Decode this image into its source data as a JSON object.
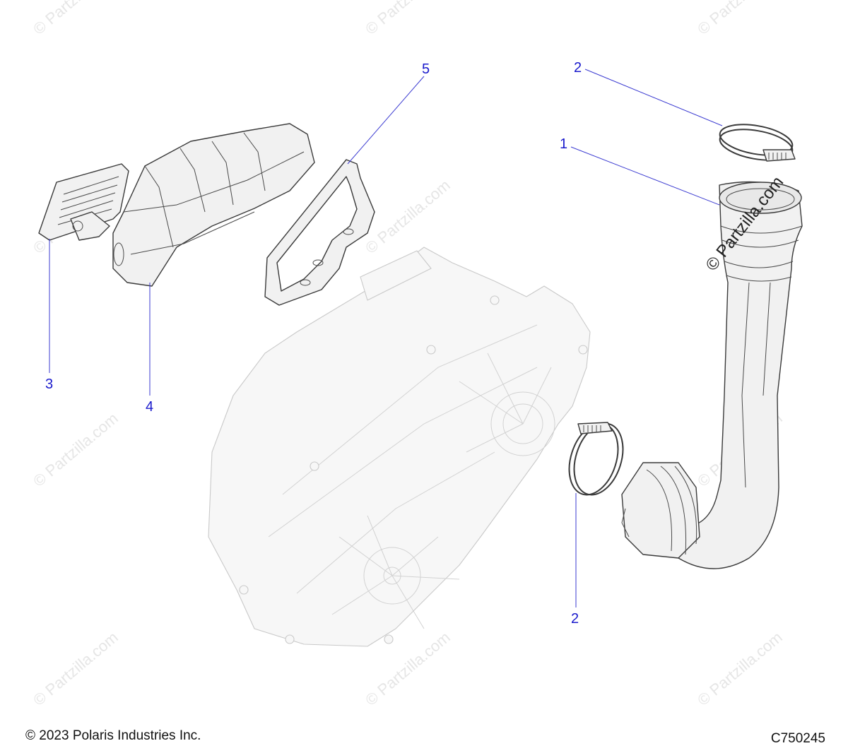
{
  "watermark": {
    "text": "© Partzilla.com"
  },
  "callouts": [
    {
      "id": "1",
      "label": "1"
    },
    {
      "id": "2a",
      "label": "2"
    },
    {
      "id": "2b",
      "label": "2"
    },
    {
      "id": "3",
      "label": "3"
    },
    {
      "id": "4",
      "label": "4"
    },
    {
      "id": "5",
      "label": "5"
    }
  ],
  "footer": {
    "copyright": "© 2023 Polaris Industries Inc.",
    "diagram_code": "C750245"
  },
  "colors": {
    "callout": "#1a1acc",
    "leader": "#3b3bd1",
    "outline": "#3a3a3a",
    "ghost": "#c9c9c9"
  }
}
